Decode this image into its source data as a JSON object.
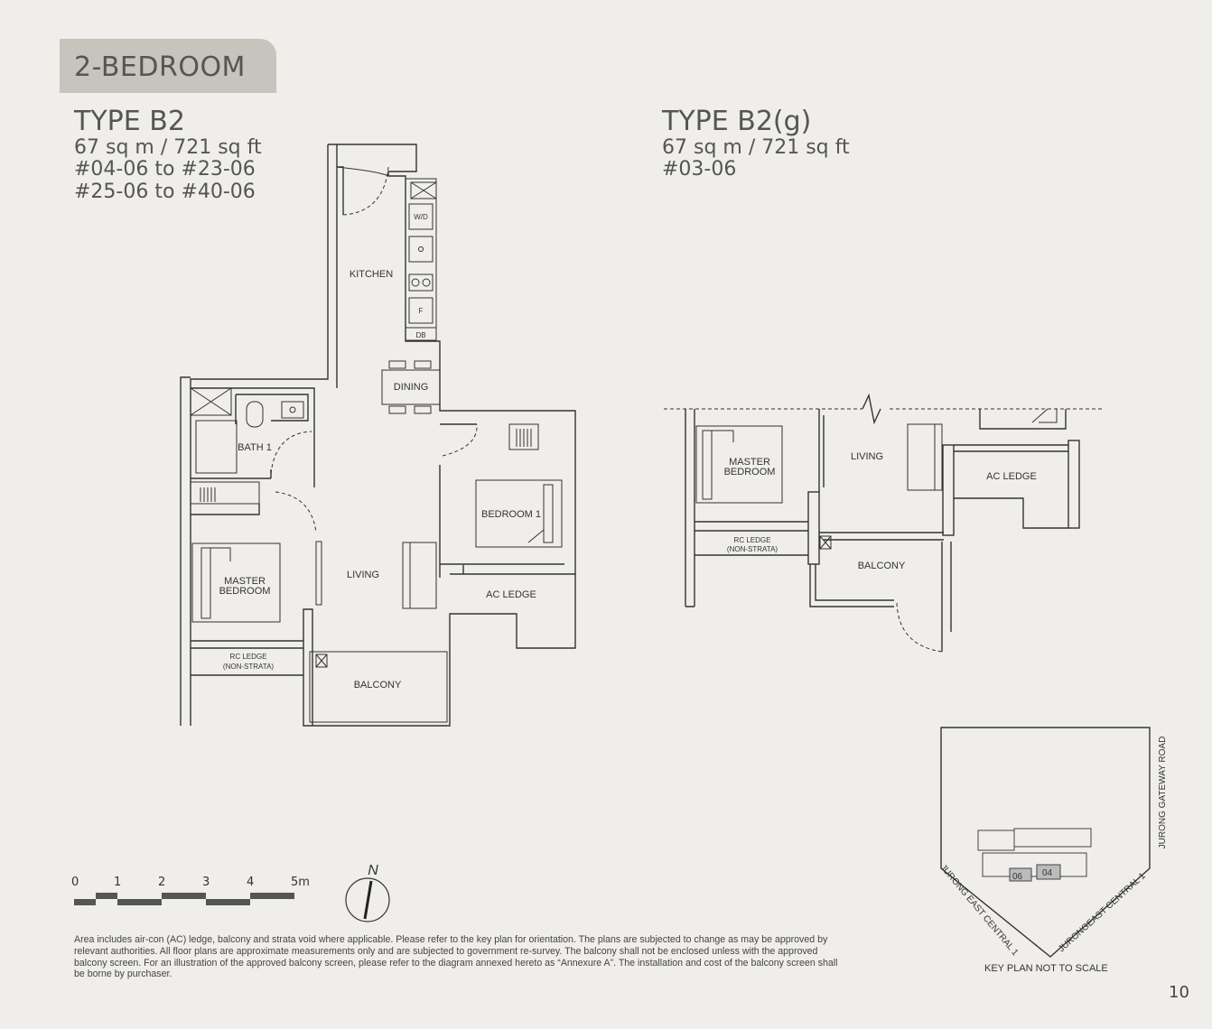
{
  "category_tab": "2-BEDROOM",
  "type_b2": {
    "title": "TYPE B2",
    "area": "67 sq m / 721 sq ft",
    "units_1": "#04-06 to #23-06",
    "units_2": "#25-06 to #40-06"
  },
  "type_b2g": {
    "title": "TYPE B2(g)",
    "area": "67 sq m / 721 sq ft",
    "units_1": "#03-06"
  },
  "plan_labels": {
    "kitchen": "KITCHEN",
    "wd": "W/D",
    "f": "F",
    "db": "DB",
    "dining": "DINING",
    "bath1": "BATH 1",
    "bedroom1": "BEDROOM 1",
    "master_bedroom_1": "MASTER",
    "master_bedroom_2": "BEDROOM",
    "living": "LIVING",
    "ac_ledge": "AC LEDGE",
    "rc_ledge_1": "RC LEDGE",
    "rc_ledge_2": "(NON-STRATA)",
    "balcony": "BALCONY"
  },
  "scale_bar": {
    "ticks": [
      "0",
      "1",
      "2",
      "3",
      "4",
      "5m"
    ]
  },
  "north": "N",
  "key_plan": {
    "road_right": "JURONG GATEWAY ROAD",
    "road_left": "JURONG EAST CENTRAL 1",
    "road_bottom": "JURONGEAST CENTRAL 1",
    "unit_a": "06",
    "unit_b": "04",
    "caption": "KEY PLAN NOT TO SCALE"
  },
  "disclaimer": "Area includes air-con (AC) ledge, balcony and strata void where applicable. Please refer to the key plan for orientation. The plans are subjected to change as may be approved by relevant authorities. All floor plans are approximate measurements only and are subjected to government re-survey. The balcony shall not be enclosed unless with the approved balcony screen. For an illustration of the approved balcony screen, please refer to the diagram annexed hereto as “Annexure A”. The installation and cost of the balcony screen shall be borne by purchaser.",
  "page_number": "10",
  "colors": {
    "background": "#efeeeb",
    "tab": "#c7c3bd",
    "line": "#333333"
  }
}
